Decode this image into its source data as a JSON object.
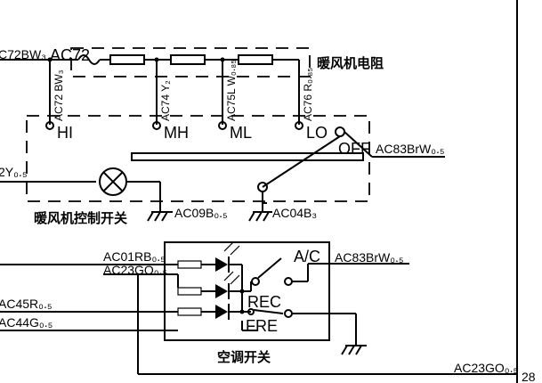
{
  "labels": {
    "bw3_left": "C72BW₃",
    "ac72": "AC72",
    "ac72_vert": "AC72 BW₃",
    "ac74_vert": "AC74 Y₂",
    "ac75_vert": "AC75L W₀.₈₅",
    "ac76_vert": "AC76 R₀.₈₅",
    "resistor_title": "暖风机电阻",
    "term_hi": "HI",
    "term_mh": "MH",
    "term_ml": "ML",
    "term_lo": "LO",
    "term_off": "OFF",
    "ac83_top": "AC83BrW₀.₅",
    "y05_left": "2Y₀.₅",
    "heater_switch_title": "暖风机控制开关",
    "ac09": "AC09B₀.₅",
    "ac04": "AC04B₃",
    "ac01": "AC01RB₀.₅",
    "ac23_top": "AC23GO₀.₅",
    "ac": "A/C",
    "ac83_bottom": "AC83BrW₀.₅",
    "rec": "REC",
    "fre": "FRE",
    "ac45": "AC45R₀.₅",
    "ac44": "AC44G₀.₅",
    "ac_switch_title": "空调开关",
    "ac23_bottom": "AC23GO₀.₅",
    "page_number": "28"
  }
}
